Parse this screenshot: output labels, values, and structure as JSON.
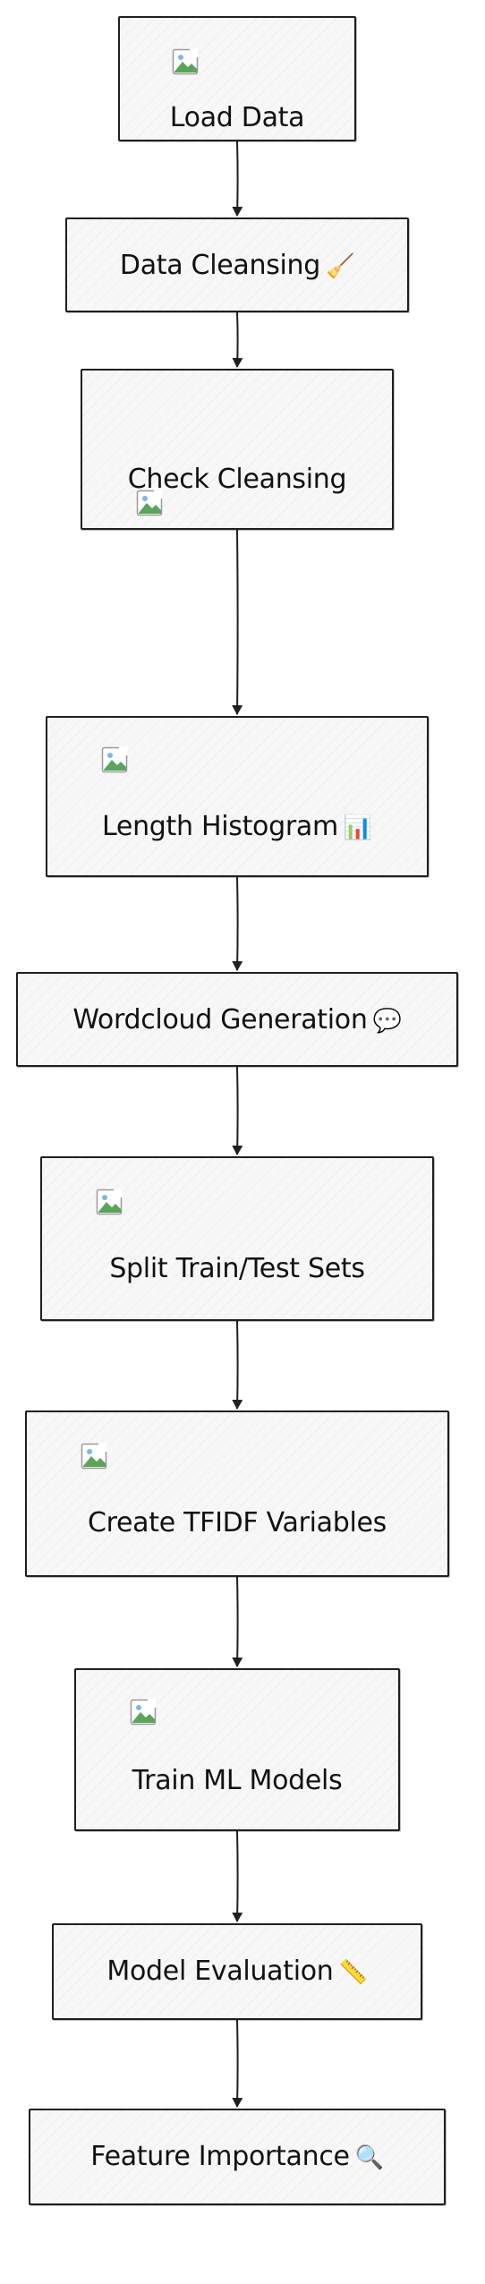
{
  "nodes": [
    {
      "id": "load-data",
      "label": "Load Data",
      "emoji": "",
      "has_image": true
    },
    {
      "id": "data-cleansing",
      "label": "Data Cleansing",
      "emoji": "🧹",
      "has_image": false
    },
    {
      "id": "check-cleansing",
      "label": "Check Cleansing",
      "emoji": "",
      "has_image": true
    },
    {
      "id": "length-histogram",
      "label": "Length Histogram",
      "emoji": "📊",
      "has_image": true
    },
    {
      "id": "wordcloud-generation",
      "label": "Wordcloud Generation",
      "emoji": "💬",
      "has_image": false
    },
    {
      "id": "split-train-test",
      "label": "Split Train/Test Sets",
      "emoji": "",
      "has_image": true
    },
    {
      "id": "create-tfidf",
      "label": "Create TFIDF Variables",
      "emoji": "",
      "has_image": true
    },
    {
      "id": "train-ml-models",
      "label": "Train ML Models",
      "emoji": "",
      "has_image": true
    },
    {
      "id": "model-evaluation",
      "label": "Model Evaluation",
      "emoji": "📏",
      "has_image": false
    },
    {
      "id": "feature-importance",
      "label": "Feature Importance",
      "emoji": "🔍",
      "has_image": false
    }
  ],
  "edges": [
    {
      "from": "load-data",
      "to": "data-cleansing"
    },
    {
      "from": "data-cleansing",
      "to": "check-cleansing"
    },
    {
      "from": "check-cleansing",
      "to": "length-histogram"
    },
    {
      "from": "length-histogram",
      "to": "wordcloud-generation"
    },
    {
      "from": "wordcloud-generation",
      "to": "split-train-test"
    },
    {
      "from": "split-train-test",
      "to": "create-tfidf"
    },
    {
      "from": "create-tfidf",
      "to": "train-ml-models"
    },
    {
      "from": "train-ml-models",
      "to": "model-evaluation"
    },
    {
      "from": "model-evaluation",
      "to": "feature-importance"
    }
  ],
  "icons": {
    "broken_image": "broken-image-icon",
    "arrow_head": "arrow-head-icon"
  },
  "colors": {
    "stroke": "#1f1f1f",
    "node_fill": "#f7f7f7",
    "text": "#111111"
  }
}
